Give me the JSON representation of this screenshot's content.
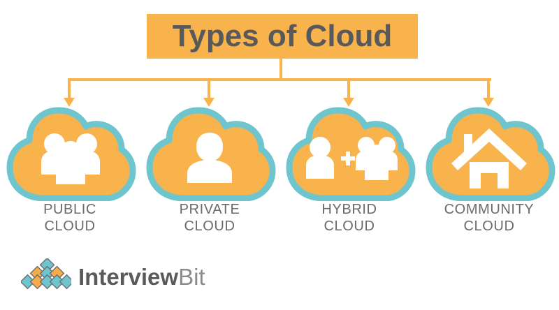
{
  "title": {
    "text": "Types of Cloud",
    "background_color": "#f8b34c",
    "text_color": "#58595b"
  },
  "theme": {
    "orange": "#f8b34c",
    "teal": "#6ec5ce",
    "gray_text": "#6a6a6c",
    "white": "#ffffff",
    "background": "#ffffff"
  },
  "connector": {
    "color": "#f8b34c",
    "stem_label": "title-to-branches-connector",
    "branch_count": 4
  },
  "clouds": [
    {
      "id": "public",
      "icon": "group-of-people-icon",
      "label_line1": "PUBLIC",
      "label_line2": "CLOUD",
      "border_color": "#6ec5ce",
      "fill_color": "#f8b34c"
    },
    {
      "id": "private",
      "icon": "single-person-icon",
      "label_line1": "PRIVATE",
      "label_line2": "CLOUD",
      "border_color": "#6ec5ce",
      "fill_color": "#f8b34c"
    },
    {
      "id": "hybrid",
      "icon": "person-plus-group-icon",
      "label_line1": "HYBRID",
      "label_line2": "CLOUD",
      "border_color": "#6ec5ce",
      "fill_color": "#f8b34c"
    },
    {
      "id": "community",
      "icon": "house-icon",
      "label_line1": "COMMUNITY",
      "label_line2": "CLOUD",
      "border_color": "#6ec5ce",
      "fill_color": "#f8b34c"
    }
  ],
  "footer": {
    "brand_bold": "Interview",
    "brand_light": "Bit",
    "mark_colors": {
      "teal": "#6ec5ce",
      "orange": "#f5ad4b",
      "stroke": "#6d6e70"
    }
  }
}
